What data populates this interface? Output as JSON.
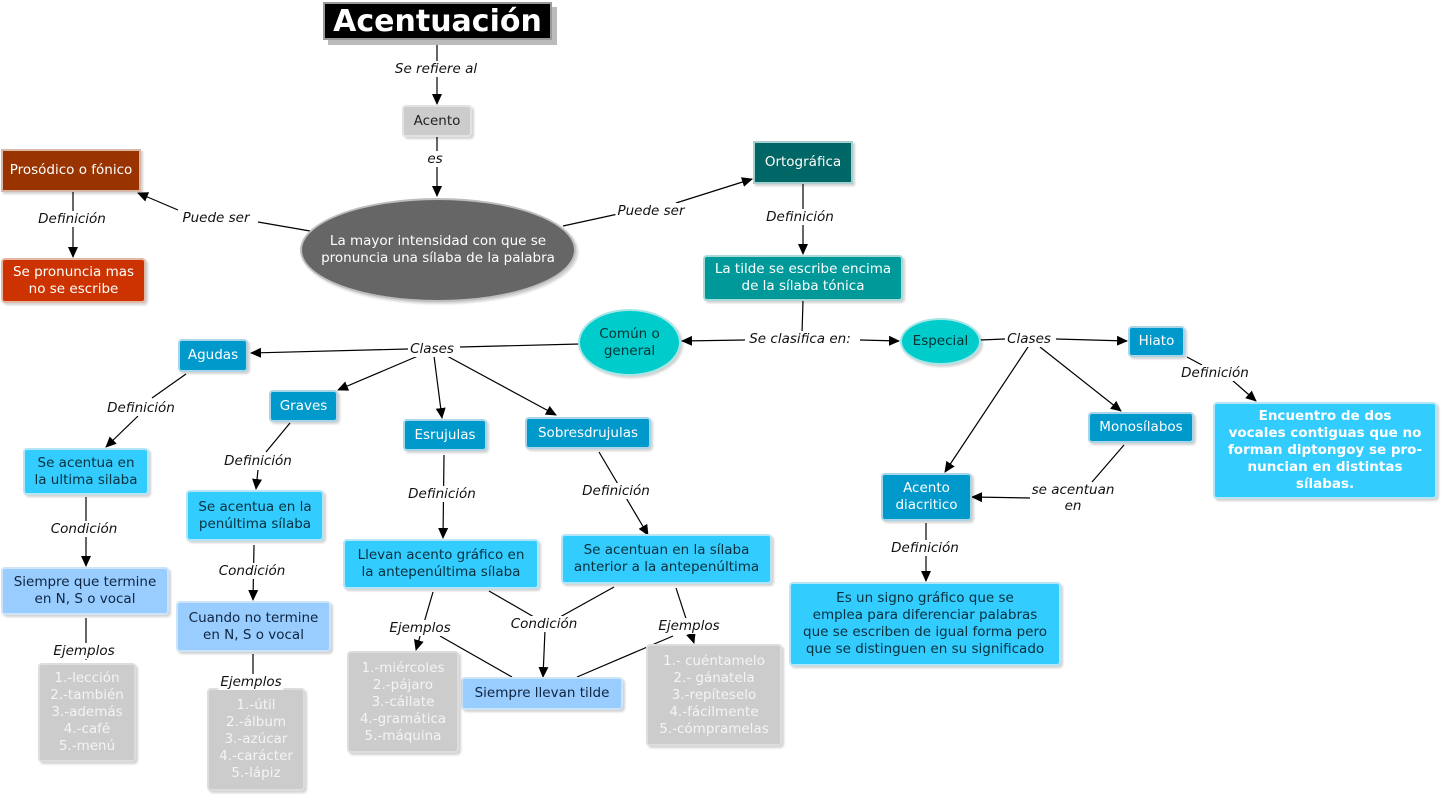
{
  "nodes": {
    "acentuacion": "Acentuación",
    "acento": "Acento",
    "definicion_central": "La mayor intensidad con que se\npronuncia una sílaba de la palabra",
    "prosodico": "Prosódico o fónico",
    "prosodico_def": "Se pronuncia mas\nno se escribe",
    "ortografica": "Ortográfica",
    "ortografica_def": "La tilde se escribe encima\nde la sílaba tónica",
    "comun": "Común o\ngeneral",
    "especial": "Especial",
    "agudas": "Agudas",
    "graves": "Graves",
    "esdrujulas": "Esrujulas",
    "sobresdrujulas": "Sobresdrujulas",
    "agudas_def": "Se acentua en\nla ultima silaba",
    "graves_def": "Se acentua en la\npenúltima sílaba",
    "esdrujulas_def": "Llevan acento gráfico en\nla antepenúltima sílaba",
    "sobresdrujulas_def": "Se acentuan en la sílaba\nanterior a la antepenúltima",
    "agudas_cond": "Siempre que termine\nen N, S o vocal",
    "graves_cond": "Cuando no termine\nen N, S o vocal",
    "siempre_tilde": "Siempre llevan tilde",
    "agudas_ej": "1.-lección\n2.-también\n3.-además\n4.-café\n5.-menú",
    "graves_ej": "1.-útil\n2.-álbum\n3.-azúcar\n4.-carácter\n5.-lápiz",
    "esdrujulas_ej": "1.-miércoles\n2.-pájaro\n3.-cállate\n4.-gramática\n5.-máquina",
    "sobresdrujulas_ej": "1.- cuéntamelo\n2.- gánatela\n3.-repíteselo\n4.-fácilmente\n5.-cómpramelas",
    "hiato": "Hiato",
    "monosilabos": "Monosílabos",
    "diacritico": "Acento\ndiacritico",
    "hiato_def": "Encuentro de dos\nvocales contiguas que no\nforman diptongoy se pro-\nnuncian en distintas\nsílabas.",
    "diacritico_def": "Es un signo gráfico que se\nemplea para diferenciar palabras\nque se escriben de igual forma pero\nque se distinguen en su significado"
  },
  "links": {
    "se_refiere": "Se refiere al",
    "es": "es",
    "puede_ser_1": "Puede ser",
    "puede_ser_2": "Puede ser",
    "def_prosodico": "Definición",
    "def_ortografica": "Definición",
    "se_clasifica": "Se clasifica en:",
    "clases_comun": "Clases",
    "clases_especial": "Clases",
    "def_agudas": "Definición",
    "def_graves": "Definición",
    "def_esdrujulas": "Definición",
    "def_sobresdrujulas": "Definición",
    "cond_agudas": "Condición",
    "cond_graves": "Condición",
    "cond_central": "Condición",
    "ej_agudas": "Ejemplos",
    "ej_graves": "Ejemplos",
    "ej_esdrujulas": "Ejemplos",
    "ej_sobresdrujulas": "Ejemplos",
    "def_hiato": "Definición",
    "def_diacritico": "Definición",
    "se_acentuan": "se acentuan\nen"
  }
}
